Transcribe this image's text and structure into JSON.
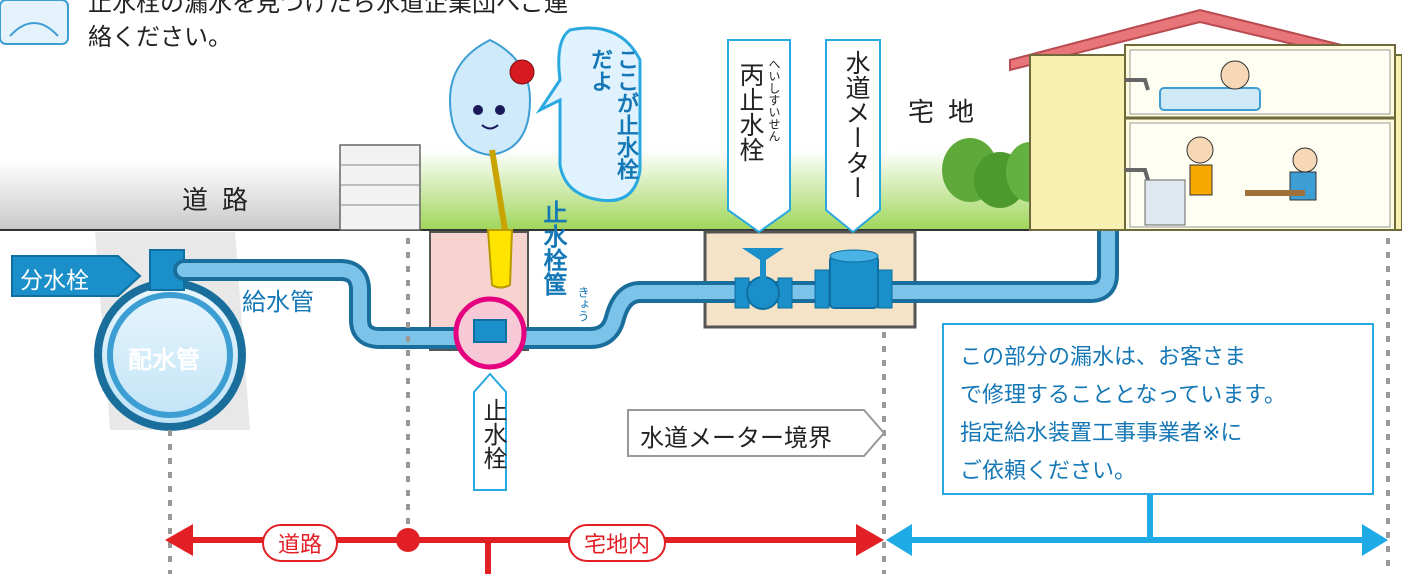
{
  "intro": {
    "line1": "止水栓の漏水を見つけたら水道企業団へご連",
    "line2": "絡ください。"
  },
  "labels": {
    "road": "道路",
    "residential": "宅地",
    "branch_tap": "分水栓",
    "supply_pipe": "給水管",
    "distribution_main": "配水管",
    "stop_valve_box": "止水栓筺",
    "stop_valve_box_ruby": "きょう",
    "stop_valve": "止水栓",
    "gate_valve": "丙止水栓",
    "gate_valve_ruby": "へいしすいせん",
    "water_meter": "水道メーター",
    "meter_boundary": "水道メーター境界",
    "mascot_bubble": "ここが止水栓だよ"
  },
  "notice": {
    "line1": "この部分の漏水は、お客さま",
    "line2": "で修理することとなっています。",
    "line3": "指定給水装置工事事業者※に",
    "line4": "ご依頼ください。"
  },
  "ranges": {
    "road": "道路",
    "residential": "宅地内"
  },
  "colors": {
    "pipe": "#3d9ed3",
    "pipe_dark": "#1a6e9c",
    "red_range": "#e31f26",
    "blue_range": "#1eaae4",
    "house_wall": "#f7f0b0",
    "roof": "#e8757a",
    "lawn": "#8fcf4a",
    "pink_circle": "#e5007f"
  }
}
